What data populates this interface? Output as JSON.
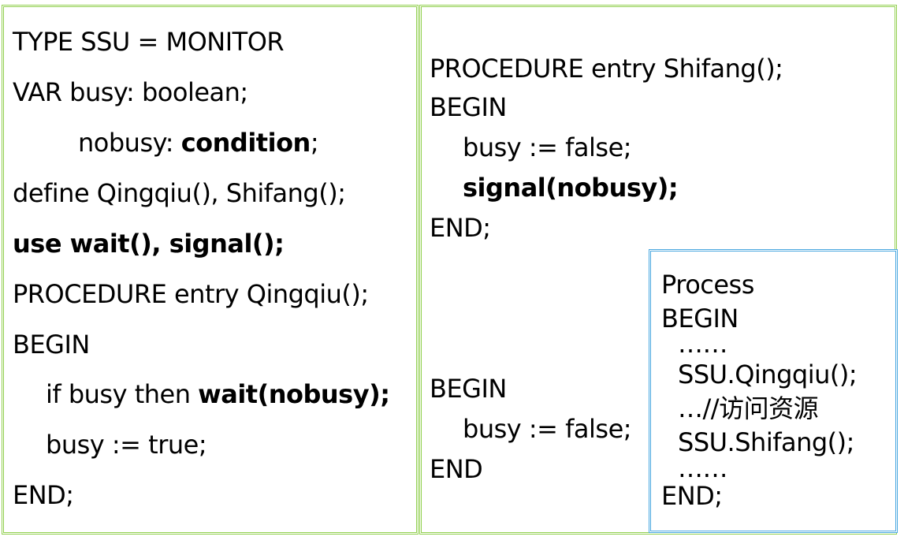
{
  "left_panel": {
    "line1": "TYPE SSU = MONITOR",
    "line2": "VAR busy: boolean;",
    "line3_pre": "nobusy: ",
    "line3_bold": "condition",
    "line3_post": ";",
    "line4": "define Qingqiu(), Shifang();",
    "line5": "use wait(), signal();",
    "line6": "PROCEDURE entry Qingqiu();",
    "line7": "BEGIN",
    "line8_pre": "if busy then ",
    "line8_bold": "wait(nobusy);",
    "line9": "busy := true;",
    "line10": "END;"
  },
  "right_panel": {
    "line1": "PROCEDURE entry Shifang();",
    "line2": "BEGIN",
    "line3": "busy := false;",
    "line4": "signal(nobusy);",
    "line5": "END;",
    "init_begin": "BEGIN",
    "init_body": "busy := false;",
    "init_end": "END"
  },
  "process_panel": {
    "line1": "Process",
    "line2": "BEGIN",
    "line3": "……",
    "line4": "SSU.Qingqiu();",
    "line5": "…//访问资源",
    "line6": "SSU.Shifang();",
    "line7": "……",
    "line8": "END;"
  }
}
